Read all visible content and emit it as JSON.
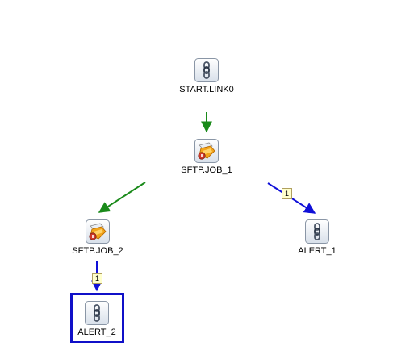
{
  "diagram": {
    "colors": {
      "success_edge": "#1a8a1a",
      "conditional_edge": "#1010d8",
      "selection": "#1010c8",
      "badge_bg": "#ffffcc"
    },
    "nodes": [
      {
        "id": "start",
        "label": "START.LINK0",
        "icon": "link-icon"
      },
      {
        "id": "job1",
        "label": "SFTP.JOB_1",
        "icon": "sftp-job-icon"
      },
      {
        "id": "job2",
        "label": "SFTP.JOB_2",
        "icon": "sftp-job-icon"
      },
      {
        "id": "alert1",
        "label": "ALERT_1",
        "icon": "link-icon"
      },
      {
        "id": "alert2",
        "label": "ALERT_2",
        "icon": "link-icon",
        "selected": true
      }
    ],
    "edges": [
      {
        "from": "start",
        "to": "job1",
        "type": "success"
      },
      {
        "from": "job1",
        "to": "job2",
        "type": "success"
      },
      {
        "from": "job1",
        "to": "alert1",
        "type": "conditional",
        "badge": "1"
      },
      {
        "from": "job2",
        "to": "alert2",
        "type": "conditional",
        "badge": "1"
      }
    ]
  }
}
